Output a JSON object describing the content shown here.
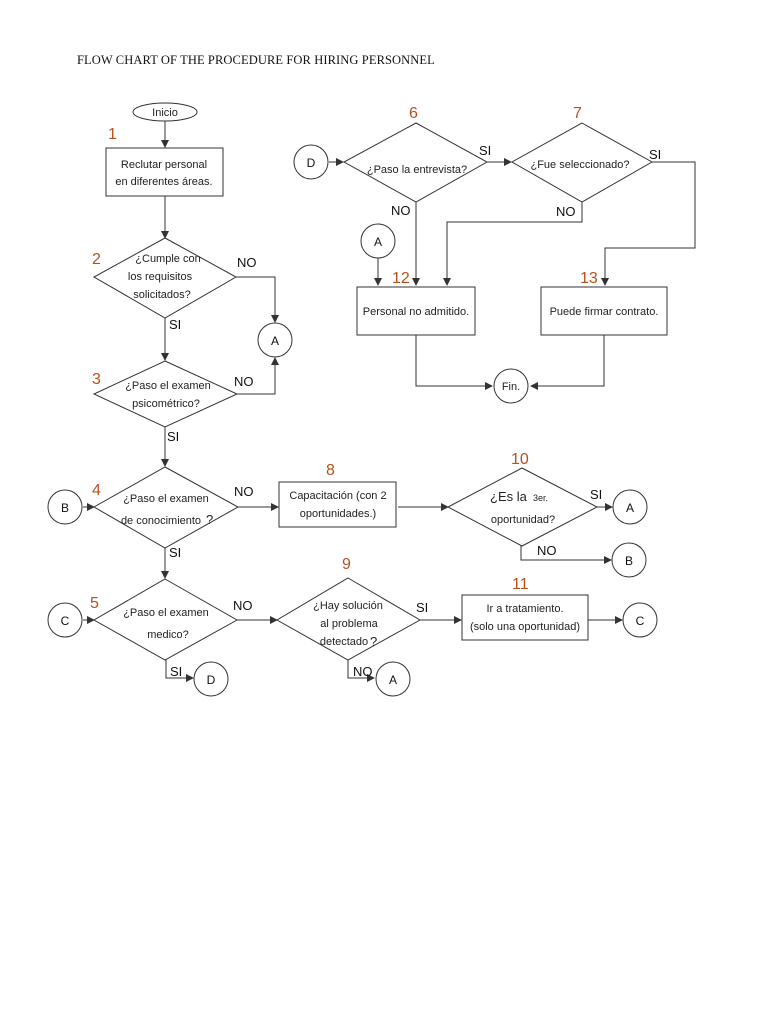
{
  "title": "FLOW CHART OF THE PROCEDURE FOR HIRING PERSONNEL",
  "nodes": {
    "start": "Inicio",
    "n1": [
      "Reclutar personal",
      "en diferentes áreas."
    ],
    "n2": [
      "¿Cumple con",
      "los requisitos",
      "solicitados?"
    ],
    "n3": [
      "¿Paso el examen",
      "psicométrico?"
    ],
    "n4": [
      "¿Paso el examen",
      "de conocimiento"
    ],
    "n4_q": "?",
    "n5": [
      "¿Paso el examen",
      "medico?"
    ],
    "n6": "¿Paso la entrevista?",
    "n7": "¿Fue seleccionado?",
    "n8": [
      "Capacitación (con 2",
      "oportunidades.)"
    ],
    "n9": [
      "¿Hay solución",
      "al problema",
      "detectado"
    ],
    "n9_q": "?",
    "n10a": "¿Es la",
    "n10b": "3er.",
    "n10c": "oportunidad?",
    "n11": [
      "Ir a tratamiento.",
      "(solo una oportunidad)"
    ],
    "n12": "Personal no admitido.",
    "n13": "Puede firmar contrato.",
    "end": "Fin."
  },
  "numbers": [
    "1",
    "2",
    "3",
    "4",
    "5",
    "6",
    "7",
    "8",
    "9",
    "10",
    "11",
    "12",
    "13"
  ],
  "edges": {
    "yes": "SI",
    "no": "NO"
  },
  "connectors": {
    "a": "A",
    "b": "B",
    "c": "C",
    "d": "D"
  }
}
